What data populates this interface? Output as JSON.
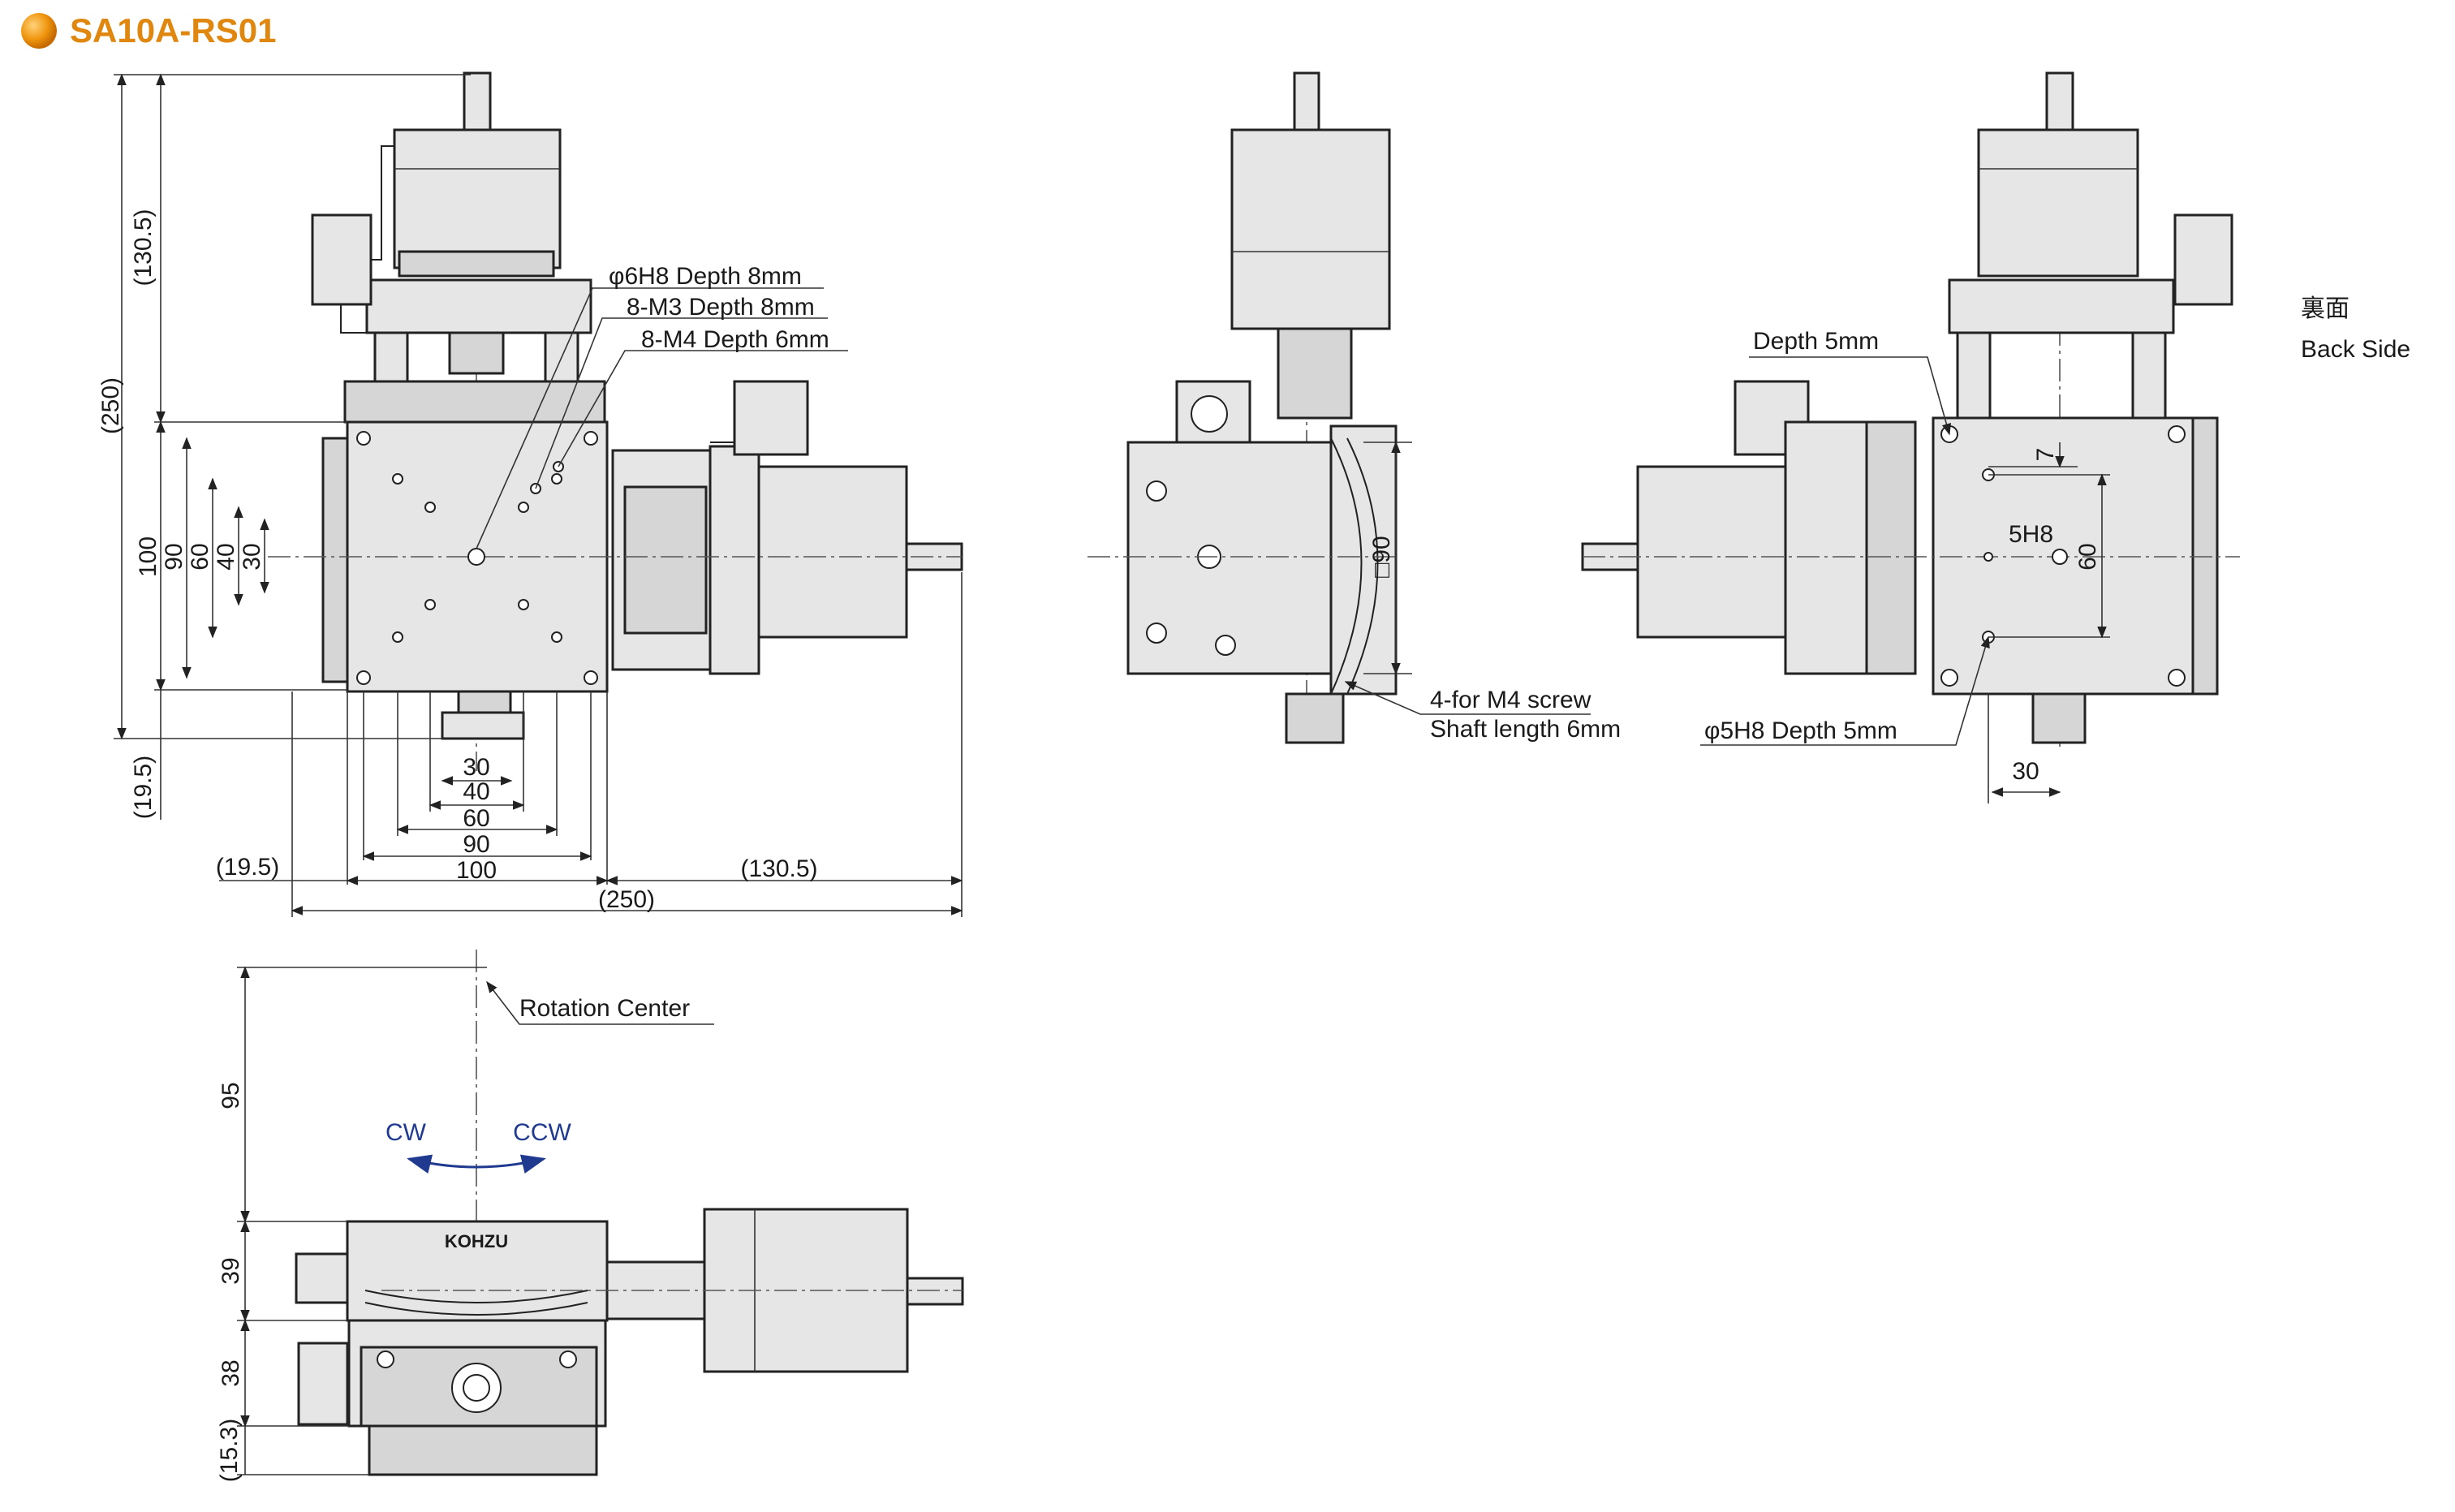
{
  "title": "SA10A-RS01",
  "colors": {
    "title": "#e0870f",
    "rotation_arrow": "#1f3a8f",
    "line": "#222222",
    "body_fill": "#e6e6e6"
  },
  "icons": {
    "title_marker": "orange-sphere-icon"
  },
  "top_view": {
    "labels": {
      "hole_6h8": "φ6H8 Depth 8mm",
      "m3": "8-M3 Depth 8mm",
      "m4": "8-M4 Depth 6mm"
    },
    "dims": {
      "v_130_5": "(130.5)",
      "v_250": "(250)",
      "v_100": "100",
      "v_90": "90",
      "v_60": "60",
      "v_40": "40",
      "v_30": "30",
      "v_19_5": "(19.5)",
      "h_30": "30",
      "h_40": "40",
      "h_60": "60",
      "h_90": "90",
      "h_100": "100",
      "h_19_5": "(19.5)",
      "h_130_5": "(130.5)",
      "h_250": "(250)"
    }
  },
  "side_view": {
    "labels": {
      "square_90": "□90",
      "m4_screw": "4-for M4 screw",
      "shaft": "Shaft length 6mm"
    }
  },
  "back_view": {
    "labels": {
      "kanji": "裏面",
      "back_side": "Back Side",
      "depth_5": "Depth 5mm",
      "hole_5h8_depth": "φ5H8 Depth 5mm",
      "h8": "5H8",
      "d7": "7",
      "d60": "60",
      "d30": "30"
    }
  },
  "front_view": {
    "labels": {
      "rotation_center": "Rotation Center",
      "cw": "CW",
      "ccw": "CCW",
      "brand": "KOHZU"
    },
    "dims": {
      "v_95": "95",
      "v_39": "39",
      "v_38": "38",
      "v_15_3": "(15.3)"
    }
  }
}
